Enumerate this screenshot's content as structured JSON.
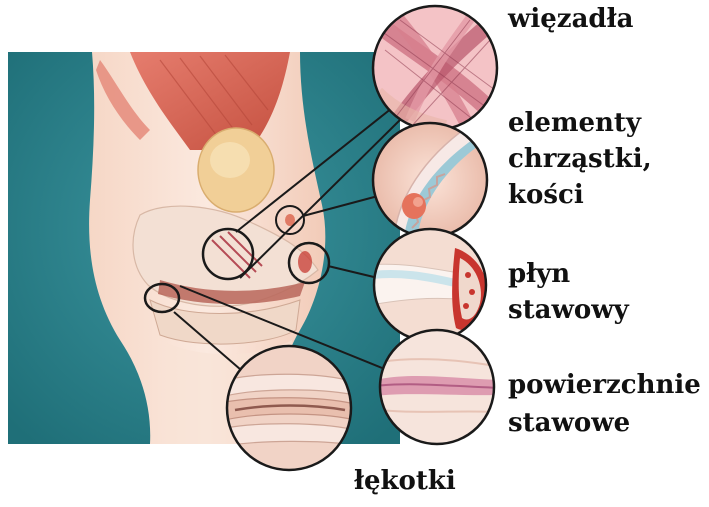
{
  "labels": {
    "ligaments": "więzadła",
    "cartilage_line1": "elementy",
    "cartilage_line2": "chrząstki,",
    "cartilage_line3": "kości",
    "fluid_line1": "płyn",
    "fluid_line2": "stawowy",
    "surfaces_line1": "powierzchnie",
    "surfaces_line2": "stawowe",
    "meniscus": "łękotki"
  },
  "colors": {
    "background_teal": "#2e7f86",
    "muscle": "#d9675a",
    "bone": "#f3dccb",
    "patella": "#f0cd95",
    "line": "#1a1a1a"
  }
}
